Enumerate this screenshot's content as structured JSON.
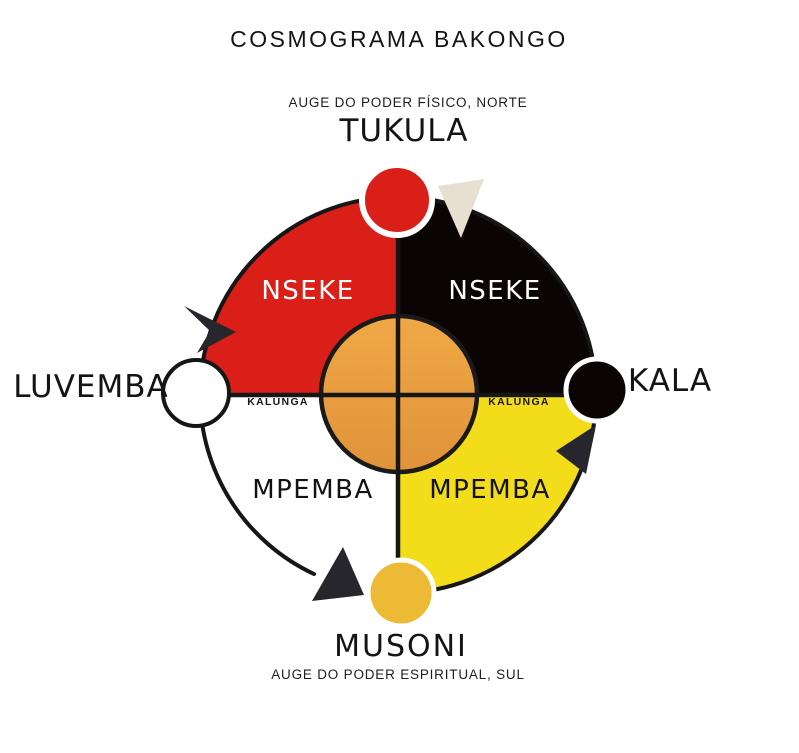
{
  "title": "COSMOGRAMA BAKONGO",
  "north": {
    "caption": "AUGE DO PODER FÍSICO, NORTE",
    "label": "TUKULA",
    "node_color": "#da1f18"
  },
  "east": {
    "label": "KALA",
    "node_color": "#0b0405"
  },
  "south": {
    "caption": "AUGE DO PODER ESPIRITUAL, SUL",
    "label": "MUSONI",
    "node_color": "#ecba35"
  },
  "west": {
    "label": "LUVEMBA",
    "node_color": "#ffffff"
  },
  "quadrants": {
    "upper_left": {
      "label": "NSEKE",
      "color": "#da1f18"
    },
    "upper_right": {
      "label": "NSEKE",
      "color": "#0b0405"
    },
    "lower_left": {
      "label": "MPEMBA",
      "color": "#ffffff"
    },
    "lower_right": {
      "label": "MPEMBA",
      "color": "#f3dd1a"
    }
  },
  "axis": {
    "left_label": "KALUNGA",
    "right_label": "KALUNGA"
  },
  "center": {
    "color_top": "#f0a845",
    "color_bottom": "#e0933a"
  },
  "arrows": {
    "beige_color": "#e7dfd2",
    "dark_color": "#26262c"
  }
}
